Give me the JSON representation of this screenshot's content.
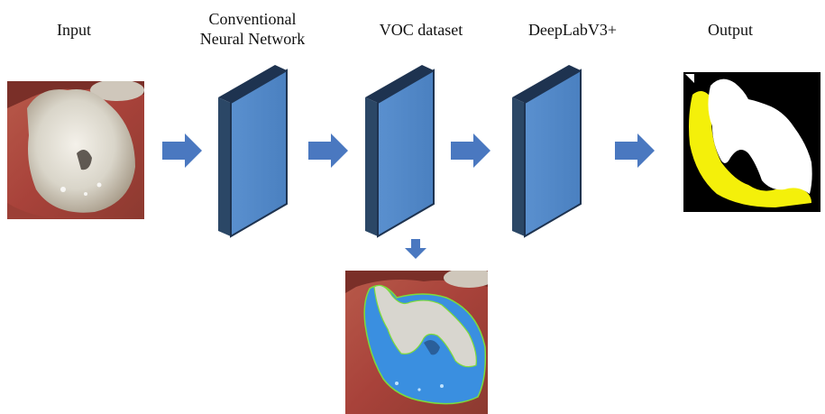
{
  "stages": {
    "input_label": "Input",
    "cnn_label_line1": "Conventional",
    "cnn_label_line2": "Neural Network",
    "voc_label": "VOC dataset",
    "deeplab_label": "DeepLabV3+",
    "output_label": "Output"
  },
  "colors": {
    "block_front": "#4f86c6",
    "block_side": "#2b4766",
    "block_top": "#1e3350",
    "arrow": "#4a78c0",
    "mask_tooth": "#ffffff",
    "mask_lesion": "#f4f00a",
    "mask_background": "#000000",
    "overlay_blue": "#3a8fe0",
    "overlay_outline": "#7ddc3a"
  },
  "icons": {
    "arrow": "right-arrow-icon",
    "down_arrow": "down-arrow-icon"
  }
}
